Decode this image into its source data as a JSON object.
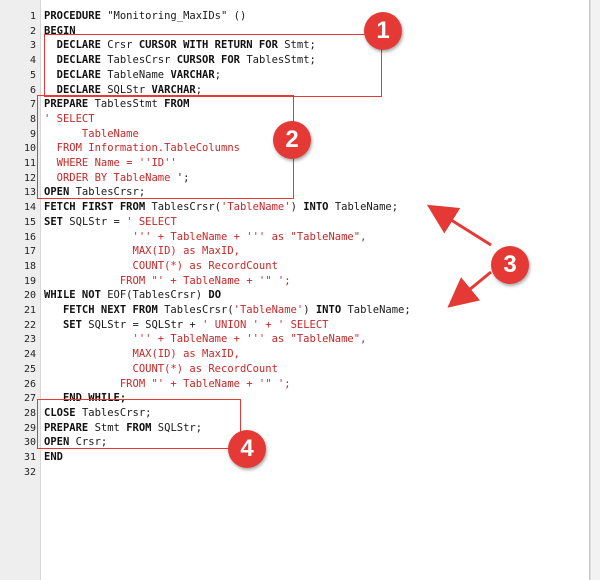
{
  "editor": {
    "lines": [
      {
        "num": "1",
        "segments": [
          {
            "t": "PROCEDURE ",
            "k": "kw"
          },
          {
            "t": "\"Monitoring_MaxIDs\" ()",
            "k": "plain"
          }
        ]
      },
      {
        "num": "2",
        "segments": [
          {
            "t": "BEGIN",
            "k": "kw"
          }
        ]
      },
      {
        "num": "3",
        "segments": [
          {
            "t": "  DECLARE ",
            "k": "kw"
          },
          {
            "t": "Crsr ",
            "k": "plain"
          },
          {
            "t": "CURSOR WITH RETURN FOR ",
            "k": "kw"
          },
          {
            "t": "Stmt;",
            "k": "plain"
          }
        ]
      },
      {
        "num": "4",
        "segments": [
          {
            "t": "  DECLARE ",
            "k": "kw"
          },
          {
            "t": "TablesCrsr ",
            "k": "plain"
          },
          {
            "t": "CURSOR FOR ",
            "k": "kw"
          },
          {
            "t": "TablesStmt;",
            "k": "plain"
          }
        ]
      },
      {
        "num": "5",
        "segments": [
          {
            "t": "  DECLARE ",
            "k": "kw"
          },
          {
            "t": "TableName ",
            "k": "plain"
          },
          {
            "t": "VARCHAR",
            "k": "kw"
          },
          {
            "t": ";",
            "k": "plain"
          }
        ]
      },
      {
        "num": "6",
        "segments": [
          {
            "t": "  DECLARE ",
            "k": "kw"
          },
          {
            "t": "SQLStr ",
            "k": "plain"
          },
          {
            "t": "VARCHAR",
            "k": "kw"
          },
          {
            "t": ";",
            "k": "plain"
          }
        ]
      },
      {
        "num": "7",
        "segments": [
          {
            "t": "PREPARE ",
            "k": "kw"
          },
          {
            "t": "TablesStmt ",
            "k": "plain"
          },
          {
            "t": "FROM",
            "k": "kw"
          }
        ]
      },
      {
        "num": "8",
        "segments": [
          {
            "t": "' SELECT",
            "k": "str"
          }
        ]
      },
      {
        "num": "9",
        "segments": [
          {
            "t": "      TableName",
            "k": "str"
          }
        ]
      },
      {
        "num": "10",
        "segments": [
          {
            "t": "  FROM Information.TableColumns",
            "k": "str"
          }
        ]
      },
      {
        "num": "11",
        "segments": [
          {
            "t": "  WHERE Name = ''ID''",
            "k": "str"
          }
        ]
      },
      {
        "num": "12",
        "segments": [
          {
            "t": "  ORDER BY TableName ",
            "k": "str"
          },
          {
            "t": "';",
            "k": "plain"
          }
        ]
      },
      {
        "num": "13",
        "segments": [
          {
            "t": "OPEN ",
            "k": "kw"
          },
          {
            "t": "TablesCrsr;",
            "k": "plain"
          }
        ]
      },
      {
        "num": "14",
        "segments": [
          {
            "t": "FETCH FIRST FROM ",
            "k": "kw"
          },
          {
            "t": "TablesCrsr(",
            "k": "plain"
          },
          {
            "t": "'TableName'",
            "k": "str"
          },
          {
            "t": ") ",
            "k": "plain"
          },
          {
            "t": "INTO ",
            "k": "kw"
          },
          {
            "t": "TableName;",
            "k": "plain"
          }
        ]
      },
      {
        "num": "15",
        "segments": [
          {
            "t": "SET ",
            "k": "kw"
          },
          {
            "t": "SQLStr = ",
            "k": "plain"
          },
          {
            "t": "' SELECT",
            "k": "str"
          }
        ]
      },
      {
        "num": "16",
        "segments": [
          {
            "t": "              ''' + TableName + ''' as \"TableName\",",
            "k": "str"
          }
        ]
      },
      {
        "num": "17",
        "segments": [
          {
            "t": "              MAX(ID) as MaxID,",
            "k": "str"
          }
        ]
      },
      {
        "num": "18",
        "segments": [
          {
            "t": "              COUNT(*) as RecordCount",
            "k": "str"
          }
        ]
      },
      {
        "num": "19",
        "segments": [
          {
            "t": "            FROM \"' + TableName + '\" ';",
            "k": "str"
          }
        ]
      },
      {
        "num": "20",
        "segments": [
          {
            "t": "WHILE NOT ",
            "k": "kw"
          },
          {
            "t": "EOF(TablesCrsr) ",
            "k": "plain"
          },
          {
            "t": "DO",
            "k": "kw"
          }
        ]
      },
      {
        "num": "21",
        "segments": [
          {
            "t": "   FETCH NEXT FROM ",
            "k": "kw"
          },
          {
            "t": "TablesCrsr(",
            "k": "plain"
          },
          {
            "t": "'TableName'",
            "k": "str"
          },
          {
            "t": ") ",
            "k": "plain"
          },
          {
            "t": "INTO ",
            "k": "kw"
          },
          {
            "t": "TableName;",
            "k": "plain"
          }
        ]
      },
      {
        "num": "22",
        "segments": [
          {
            "t": "   SET ",
            "k": "kw"
          },
          {
            "t": "SQLStr = SQLStr + ",
            "k": "plain"
          },
          {
            "t": "' UNION ' + ' SELECT",
            "k": "str"
          }
        ]
      },
      {
        "num": "23",
        "segments": [
          {
            "t": "              ''' + TableName + ''' as \"TableName\",",
            "k": "str"
          }
        ]
      },
      {
        "num": "24",
        "segments": [
          {
            "t": "              MAX(ID) as MaxID,",
            "k": "str"
          }
        ]
      },
      {
        "num": "25",
        "segments": [
          {
            "t": "              COUNT(*) as RecordCount",
            "k": "str"
          }
        ]
      },
      {
        "num": "26",
        "segments": [
          {
            "t": "            FROM \"' + TableName + '\" ';",
            "k": "str"
          }
        ]
      },
      {
        "num": "27",
        "segments": [
          {
            "t": "   END WHILE;",
            "k": "kw"
          }
        ]
      },
      {
        "num": "28",
        "segments": [
          {
            "t": "CLOSE ",
            "k": "kw"
          },
          {
            "t": "TablesCrsr;",
            "k": "plain"
          }
        ]
      },
      {
        "num": "29",
        "segments": [
          {
            "t": "PREPARE ",
            "k": "kw"
          },
          {
            "t": "Stmt ",
            "k": "plain"
          },
          {
            "t": "FROM ",
            "k": "kw"
          },
          {
            "t": "SQLStr;",
            "k": "plain"
          }
        ]
      },
      {
        "num": "30",
        "segments": [
          {
            "t": "OPEN ",
            "k": "kw"
          },
          {
            "t": "Crsr;",
            "k": "plain"
          }
        ]
      },
      {
        "num": "31",
        "segments": [
          {
            "t": "END",
            "k": "kw"
          }
        ]
      },
      {
        "num": "32",
        "segments": []
      }
    ]
  },
  "annotations": {
    "badge1": "1",
    "badge2": "2",
    "badge3": "3",
    "badge4": "4",
    "color": "#e53935"
  }
}
